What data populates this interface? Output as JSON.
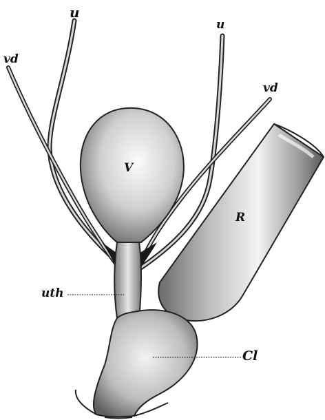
{
  "diagram": {
    "labels": {
      "ureter_left": "u",
      "ureter_right": "u",
      "vas_deferens_left": "vd",
      "vas_deferens_right": "vd",
      "bladder": "V",
      "rectum": "R",
      "urethra": "uth",
      "cloaca": "Cl"
    }
  }
}
